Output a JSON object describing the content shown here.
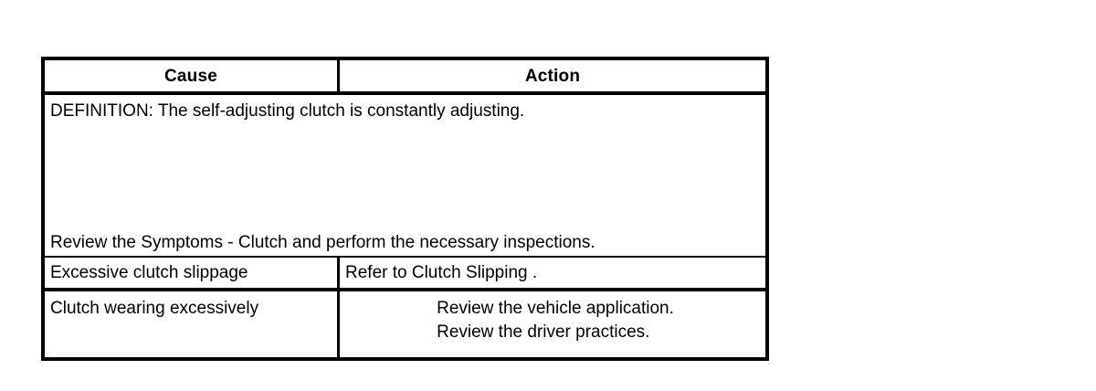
{
  "table": {
    "name": "clutch-troubleshooting-table",
    "columns": [
      {
        "key": "cause",
        "header": "Cause"
      },
      {
        "key": "action",
        "header": "Action"
      }
    ],
    "rows": [
      {
        "type": "definition",
        "spans_both_columns": true,
        "top_text": "DEFINITION: The self-adjusting clutch is constantly adjusting.",
        "bottom_text": "Review the Symptoms - Clutch and perform the necessary inspections."
      },
      {
        "type": "data",
        "cause": "Excessive clutch slippage",
        "action_lines": [
          "Refer to Clutch Slipping ."
        ]
      },
      {
        "type": "data",
        "cause": "Clutch wearing excessively",
        "action_lines": [
          "Review the vehicle application.",
          "Review the driver practices."
        ]
      }
    ]
  },
  "colors": {
    "border": "#000000",
    "text": "#000000",
    "background": "#ffffff"
  }
}
